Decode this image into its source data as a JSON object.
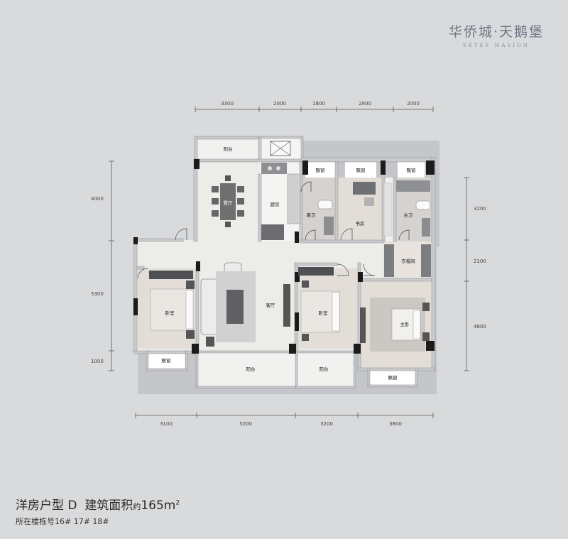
{
  "brand": {
    "name_cn": "华侨城·天鹅堡",
    "name_en": "SKYEY MASION"
  },
  "plan": {
    "title_prefix": "洋房户型 D",
    "title_label": "建筑面积",
    "title_approx": "约",
    "title_area": "165m",
    "title_sup": "2",
    "buildings": "所在楼栋号16# 17# 18#"
  },
  "dimensions": {
    "top": [
      "3300",
      "2000",
      "1800",
      "2900",
      "2000"
    ],
    "bottom": [
      "3100",
      "5000",
      "3200",
      "3800"
    ],
    "left": [
      "4000",
      "5300",
      "1000"
    ],
    "right": [
      "3200",
      "2100",
      "4600"
    ]
  },
  "rooms": {
    "balcony_top": "阳台",
    "dining": "餐厅",
    "kitchen": "厨房",
    "window_bay_1": "飘窗",
    "window_bay_2": "飘窗",
    "window_bay_3": "飘窗",
    "window_bay_4": "飘窗",
    "guest_bath": "客卫",
    "study": "书房",
    "master_bath": "主卫",
    "closet": "衣帽间",
    "living": "客厅",
    "bedroom_1": "卧室",
    "bedroom_2": "卧室",
    "master_bedroom": "主卧",
    "balcony_bottom_1": "阳台",
    "balcony_bottom_2": "阳台"
  }
}
